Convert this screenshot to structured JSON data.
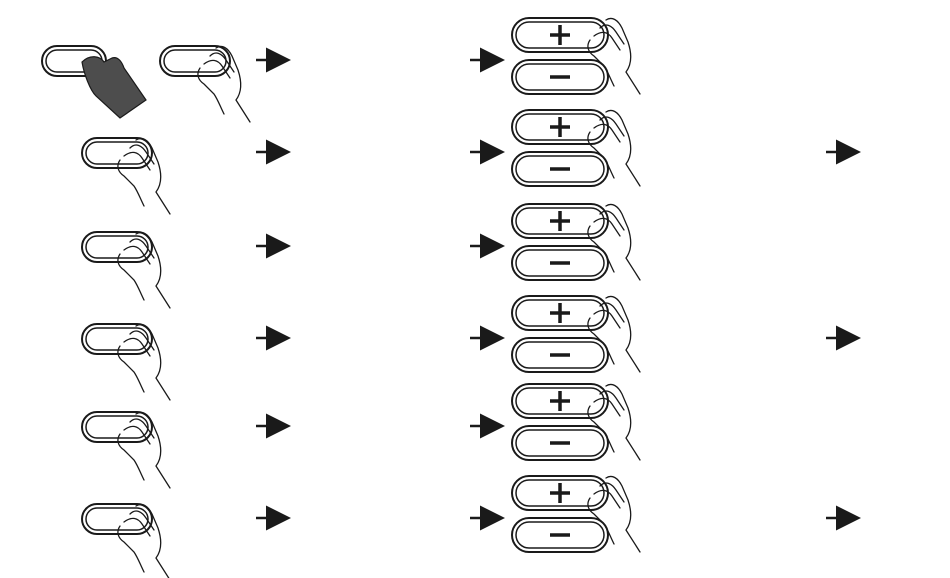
{
  "steps": [
    {
      "left": "press-hold",
      "center_arrows": true,
      "control": "plus-minus",
      "right_arrow": false
    },
    {
      "left": "press",
      "center_arrows": true,
      "control": "plus-minus",
      "right_arrow": true
    },
    {
      "left": "press",
      "center_arrows": true,
      "control": "plus-minus",
      "right_arrow": false
    },
    {
      "left": "press",
      "center_arrows": true,
      "control": "plus-minus",
      "right_arrow": true
    },
    {
      "left": "press",
      "center_arrows": true,
      "control": "plus-minus",
      "right_arrow": false
    },
    {
      "left": "press",
      "center_arrows": true,
      "control": "plus-minus",
      "right_arrow": true
    }
  ],
  "icons": {
    "button": "rounded-button-icon",
    "finger": "pressing-finger-icon",
    "hold_hand": "pressing-hand-dark-icon",
    "arrow": "right-arrow-icon",
    "plus": "plus-icon",
    "minus": "minus-icon"
  },
  "colors": {
    "ink": "#1a1a1a",
    "hand_fill": "#4d4d4d",
    "paper": "#ffffff"
  }
}
